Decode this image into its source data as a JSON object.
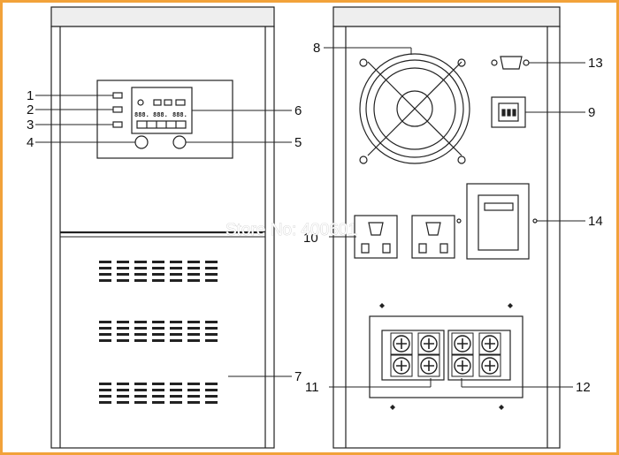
{
  "callouts": {
    "c1": "1",
    "c2": "2",
    "c3": "3",
    "c4": "4",
    "c5": "5",
    "c6": "6",
    "c7": "7",
    "c8": "8",
    "c9": "9",
    "c10": "10",
    "c11": "11",
    "c12": "12",
    "c13": "13",
    "c14": "14"
  },
  "watermark": "Store No: 400601",
  "lcd": {
    "readout_1": "888.",
    "readout_2": "888.",
    "readout_3": "888."
  },
  "colors": {
    "frame": "#f2a23a",
    "line": "#222222",
    "cabinet_top": "#eeeeee"
  }
}
